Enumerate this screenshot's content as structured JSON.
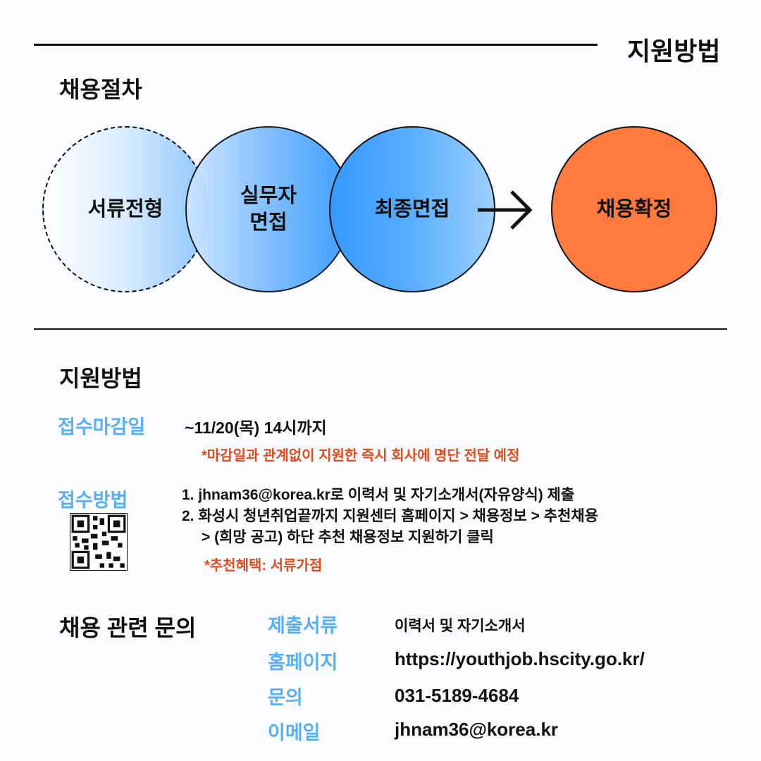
{
  "header": {
    "title": "지원방법"
  },
  "process": {
    "title": "채용절차",
    "steps": [
      {
        "label": "서류전형"
      },
      {
        "label_line1": "실무자",
        "label_line2": "면접"
      },
      {
        "label": "최종면접"
      },
      {
        "label": "채용확정"
      }
    ],
    "colors": {
      "blue": "#3399ff",
      "orange": "#ff7a3d"
    }
  },
  "apply": {
    "title": "지원방법",
    "deadline_label": "접수마감일",
    "deadline_value": "~11/20(목) 14시까지",
    "deadline_note": "*마감일과 관계없이 지원한 즉시 회사에 명단 전달 예정",
    "method_label": "접수방법",
    "method_line1": "1. jhnam36@korea.kr로 이력서 및 자기소개서(자유양식) 제출",
    "method_line2": "2. 화성시 청년취업끝까지 지원센터 홈페이지 > 채용정보 > 추천채용",
    "method_line3": "> (희망 공고) 하단 추천 채용정보 지원하기 클릭",
    "method_note": "*추천혜택: 서류가점"
  },
  "contact": {
    "title": "채용 관련 문의",
    "rows": [
      {
        "label": "제출서류",
        "value": "이력서 및 자기소개서"
      },
      {
        "label": "홈페이지",
        "value": "https://youthjob.hscity.go.kr/"
      },
      {
        "label": "문의",
        "value": "031-5189-4684"
      },
      {
        "label": "이메일",
        "value": "jhnam36@korea.kr"
      }
    ]
  }
}
